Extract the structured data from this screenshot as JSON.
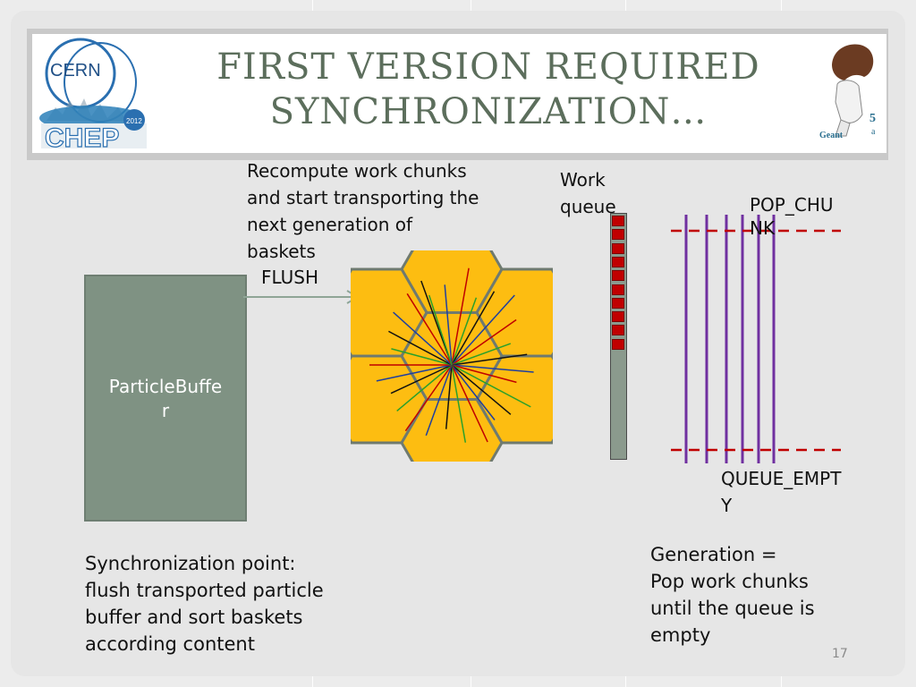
{
  "slide": {
    "title_line1": "FIRST VERSION REQUIRED",
    "title_line2": "SYNCHRONIZATION…",
    "slide_number": "17"
  },
  "logos": {
    "left_text": "CERN",
    "left_sub": "CHEP",
    "left_year": "2012",
    "right_text": "Geant",
    "right_sub": "5",
    "right_small": "a"
  },
  "diagram": {
    "recompute_text": [
      "Recompute work chunks",
      "and start transporting the",
      "next generation of",
      "baskets"
    ],
    "flush_label": "FLUSH",
    "particle_buffer_label": [
      "ParticleBuffe",
      "r"
    ],
    "work_queue_label": [
      "Work",
      "queue"
    ],
    "pop_chunk_label": [
      "POP_CHU",
      "NK"
    ],
    "queue_empty_label": [
      "QUEUE_EMPT",
      "Y"
    ],
    "sync_text": [
      "Synchronization point:",
      "flush transported particle",
      "buffer and sort baskets",
      "according content"
    ],
    "generation_text": [
      "Generation =",
      "Pop work chunks",
      "until the queue is",
      "empty"
    ]
  },
  "colors": {
    "title": "#5c6e5c",
    "hex_fill": "#fdbd11",
    "hex_stroke": "#6f7a6f",
    "queue_fill": "#c00000",
    "purple": "#7030a0",
    "dash_red": "#c00000"
  }
}
